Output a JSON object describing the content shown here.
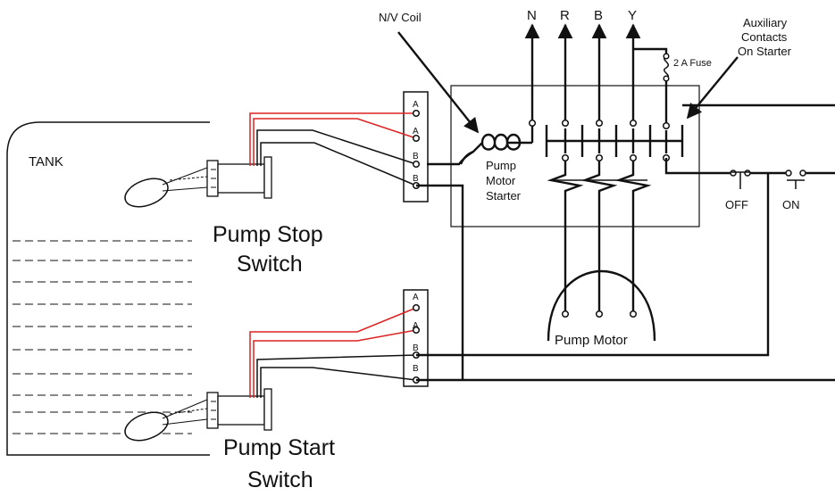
{
  "tank": {
    "label": "TANK"
  },
  "switches": {
    "stop_line1": "Pump Stop",
    "stop_line2": "Switch",
    "start_line1": "Pump Start",
    "start_line2": "Switch"
  },
  "terminals": {
    "upper": [
      "A",
      "A",
      "B",
      "B"
    ],
    "lower": [
      "A",
      "A",
      "B",
      "B"
    ]
  },
  "supply": {
    "phases": [
      "N",
      "R",
      "B",
      "Y"
    ]
  },
  "labels": {
    "nv_coil": "N/V Coil",
    "fuse": "2 A Fuse",
    "aux_line1": "Auxiliary",
    "aux_line2": "Contacts",
    "aux_line3": "On  Starter",
    "starter_line1": "Pump",
    "starter_line2": "Motor",
    "starter_line3": "Starter",
    "motor": "Pump Motor",
    "off": "OFF",
    "on": "ON"
  }
}
